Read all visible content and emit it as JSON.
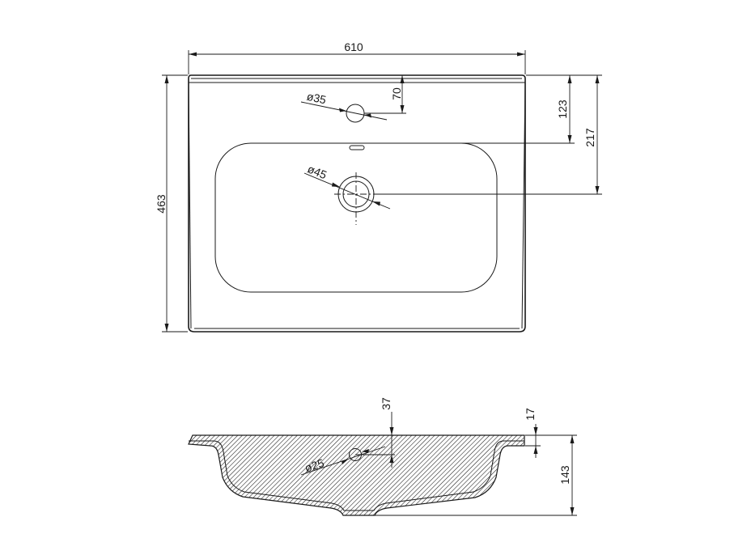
{
  "top_view": {
    "width_label": "610",
    "depth_label": "463",
    "faucet_hole_diameter_label": "ø35",
    "faucet_hole_offset_label": "70",
    "bowl_edge_offset_label": "123",
    "drain_center_offset_label": "217",
    "drain_diameter_label": "ø45"
  },
  "side_view": {
    "overflow_offset_label": "37",
    "rim_thickness_label": "17",
    "bowl_depth_label": "143",
    "overflow_diameter_label": "ø25"
  }
}
